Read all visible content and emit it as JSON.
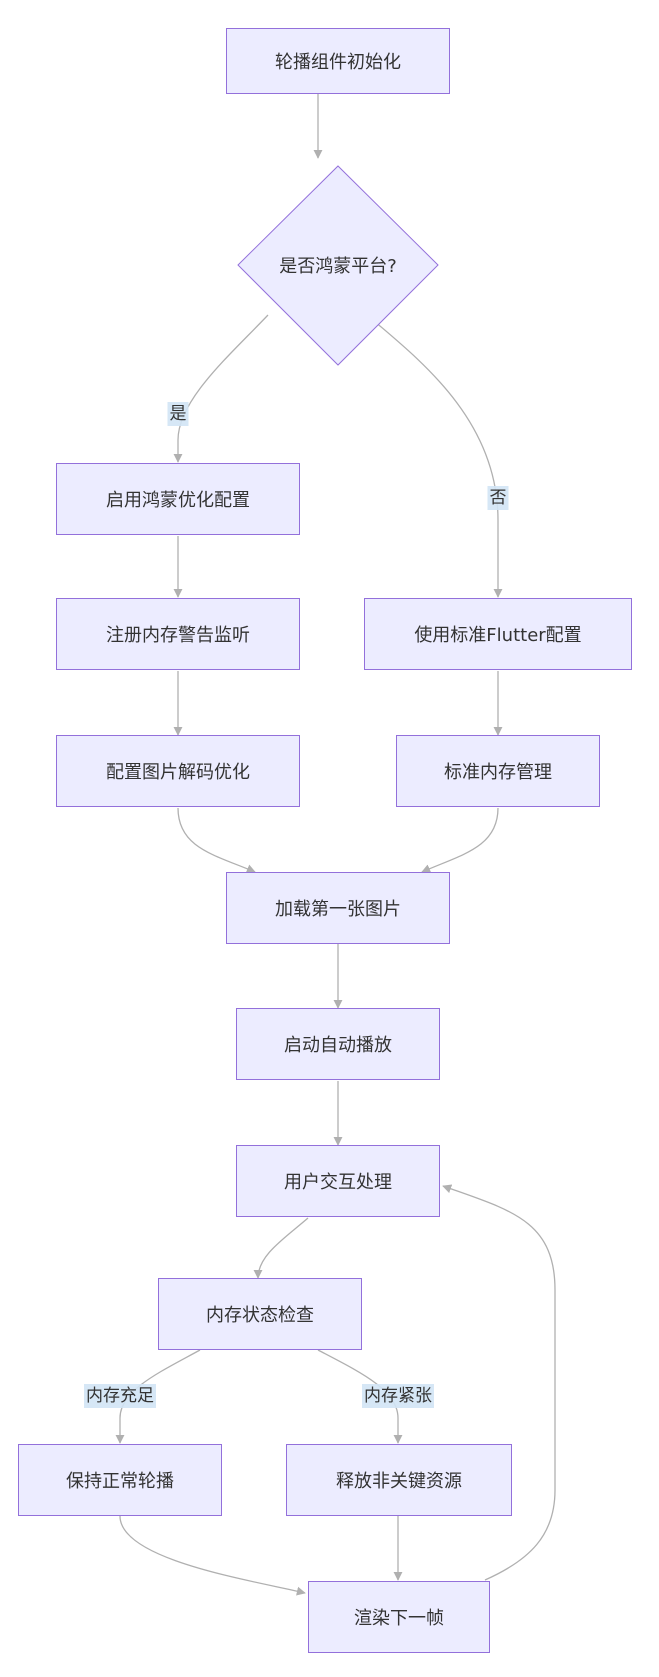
{
  "nodes": {
    "start": "轮播组件初始化",
    "decision": "是否鸿蒙平台?",
    "harmony_opt": "启用鸿蒙优化配置",
    "mem_warning": "注册内存警告监听",
    "img_decode": "配置图片解码优化",
    "flutter_cfg": "使用标准Flutter配置",
    "std_mem": "标准内存管理",
    "load_first": "加载第一张图片",
    "autoplay": "启动自动播放",
    "interaction": "用户交互处理",
    "mem_check": "内存状态检查",
    "keep_play": "保持正常轮播",
    "release": "释放非关键资源",
    "render": "渲染下一帧"
  },
  "edge_labels": {
    "yes": "是",
    "no": "否",
    "mem_ok": "内存充足",
    "mem_low": "内存紧张"
  },
  "colors": {
    "node_fill": "#ECECFF",
    "node_stroke": "#9370DB",
    "edge": "#B0B0B0",
    "label_bg": "#D6E8F7"
  }
}
